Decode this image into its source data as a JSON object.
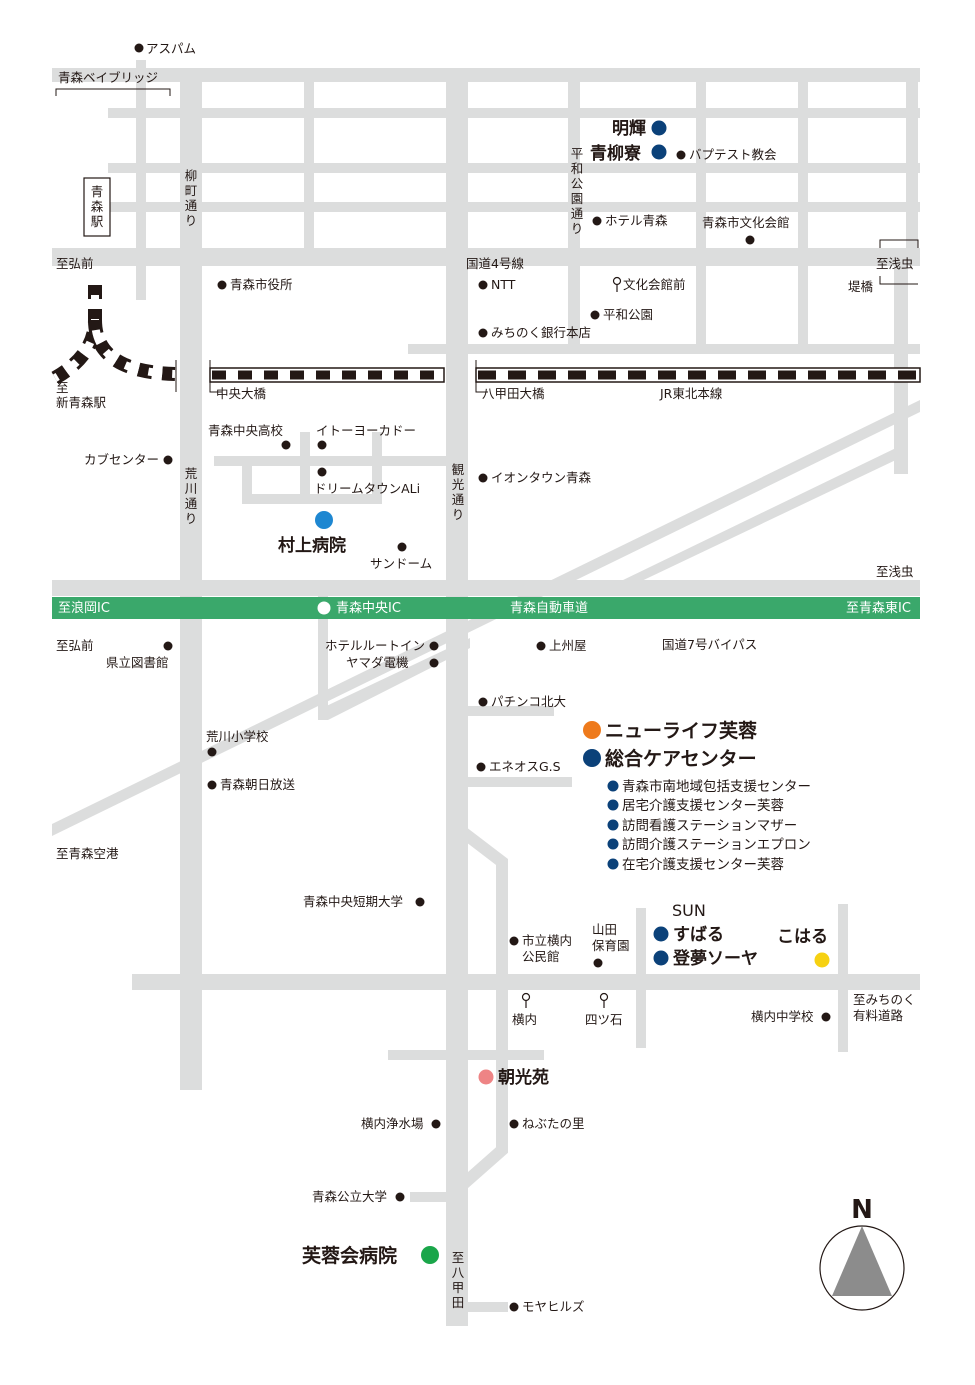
{
  "roads": {
    "route4": "国道4号線",
    "expressway": "青森自動車道",
    "bypass": "国道7号バイパス",
    "jr_line": "JR東北本線",
    "yanagimachi": "柳町通り",
    "heiwa_koen": "平和公園通り",
    "arakawa": "荒川通り",
    "kanko": "観光通り"
  },
  "directions": {
    "hirosaki_top": "至弘前",
    "asamushi_top": "至浅虫",
    "shin_aomori": "至\n新青森駅",
    "asamushi_mid": "至浅虫",
    "namioka_ic": "至浪岡IC",
    "aomori_higashi_ic": "至青森東IC",
    "hirosaki_bottom": "至弘前",
    "airport": "至青森空港",
    "michinoku": "至みちのく\n有料道路",
    "hakkoda": "至八甲田"
  },
  "stations_bridges": {
    "aomori_station": "青森駅",
    "bay_bridge": "青森ベイブリッジ",
    "chuo_ohashi": "中央大橋",
    "hakkoda_ohashi": "八甲田大橋",
    "tsutsumi": "堤橋",
    "chuo_ic": "青森中央IC"
  },
  "landmarks": [
    {
      "id": "asupamu",
      "name": "アスパム"
    },
    {
      "id": "baptist",
      "name": "バプテスト教会"
    },
    {
      "id": "hotel_aomori",
      "name": "ホテル青森"
    },
    {
      "id": "bunka_kaikan",
      "name": "青森市文化会館"
    },
    {
      "id": "shiyakusho",
      "name": "青森市役所"
    },
    {
      "id": "ntt",
      "name": "NTT"
    },
    {
      "id": "bunka_kaikan_mae",
      "name": "文化会館前"
    },
    {
      "id": "heiwa_park",
      "name": "平和公園"
    },
    {
      "id": "michinoku_bank",
      "name": "みちのく銀行本店"
    },
    {
      "id": "chuo_koko",
      "name": "青森中央高校"
    },
    {
      "id": "itoyokado",
      "name": "イトーヨーカドー"
    },
    {
      "id": "kabu_center",
      "name": "カブセンター"
    },
    {
      "id": "dream_town",
      "name": "ドリームタウンALi"
    },
    {
      "id": "aeon_town",
      "name": "イオンタウン青森"
    },
    {
      "id": "sundome",
      "name": "サンドーム"
    },
    {
      "id": "kenritsu_library",
      "name": "県立図書館"
    },
    {
      "id": "hotel_route_inn",
      "name": "ホテルルートイン"
    },
    {
      "id": "yamada",
      "name": "ヤマダ電機"
    },
    {
      "id": "joshuya",
      "name": "上州屋"
    },
    {
      "id": "pachinko",
      "name": "パチンコ北大"
    },
    {
      "id": "arakawa_school",
      "name": "荒川小学校"
    },
    {
      "id": "asahi_broadcast",
      "name": "青森朝日放送"
    },
    {
      "id": "eneos",
      "name": "エネオスG.S"
    },
    {
      "id": "chuo_tandai",
      "name": "青森中央短期大学"
    },
    {
      "id": "kominkan",
      "name": "市立横内\n公民館"
    },
    {
      "id": "hoikuen",
      "name": "山田\n保育園"
    },
    {
      "id": "yokouchi_stop",
      "name": "横内"
    },
    {
      "id": "yotsuishi_stop",
      "name": "四ツ石"
    },
    {
      "id": "yokouchi_jhs",
      "name": "横内中学校"
    },
    {
      "id": "josuijo",
      "name": "横内浄水場"
    },
    {
      "id": "nebuta",
      "name": "ねぶたの里"
    },
    {
      "id": "koritsu_univ",
      "name": "青森公立大学"
    },
    {
      "id": "moya_hills",
      "name": "モヤヒルズ"
    }
  ],
  "facilities": {
    "meiki": "明輝",
    "seiryuryo": "青柳寮",
    "murakami": "村上病院",
    "newlife": "ニューライフ芙蓉",
    "sogo_care": "総合ケアセンター",
    "care_list": [
      "青森市南地域包括支援センター",
      "居宅介護支援センター芙蓉",
      "訪問看護ステーションマザー",
      "訪問介護ステーションエプロン",
      "在宅介護支援センター芙蓉"
    ],
    "sun": "SUN",
    "subaru": "すばる",
    "tomu_soya": "登夢ソーヤ",
    "koharu": "こはる",
    "choukouen": "朝光苑",
    "fuyoukai": "芙蓉会病院"
  },
  "compass": {
    "label": "N"
  },
  "colors": {
    "road": "#dcdddd",
    "expressway": "#3aa86b",
    "navy": "#0b4179",
    "sky": "#1e87d1",
    "orange": "#ee7a1c",
    "pink": "#ee8485",
    "green": "#1aa64a",
    "yellow": "#f6d112",
    "dot": "#231815"
  }
}
